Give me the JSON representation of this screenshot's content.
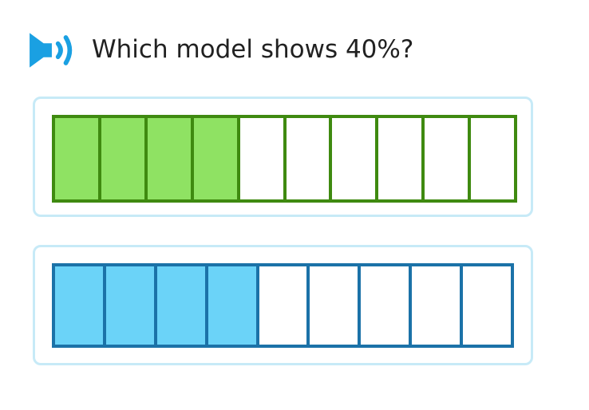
{
  "question": {
    "text": "Which model shows 40%?"
  },
  "icons": {
    "audio": "speaker-icon"
  },
  "colors": {
    "icon_blue": "#1aa0e2",
    "question_text": "#212121",
    "card_border": "#c7eaf7",
    "card_background": "#ffffff"
  },
  "models": [
    {
      "name": "tenths-strip",
      "total_cells": 10,
      "filled_cells": 4,
      "fill_color": "#8fe263",
      "border_color": "#3f8a10",
      "empty_color": "#ffffff"
    },
    {
      "name": "ninths-strip",
      "total_cells": 9,
      "filled_cells": 4,
      "fill_color": "#6bd3f8",
      "border_color": "#1b72a8",
      "empty_color": "#ffffff"
    }
  ]
}
